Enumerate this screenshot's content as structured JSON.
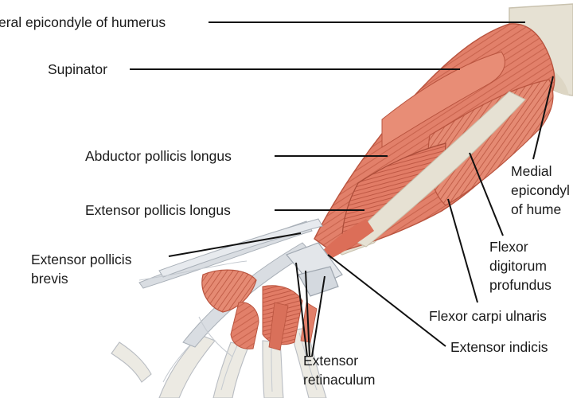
{
  "diagram": {
    "colors": {
      "muscle": "#e2806a",
      "muscle_dark": "#b9543f",
      "muscle_light": "#f2a690",
      "bone": "#e6e1d3",
      "bone_edge": "#c9c2af",
      "tendon": "#d9dde2",
      "tendon_edge": "#a9b0b8",
      "leader": "#111111",
      "text": "#1a1a1a"
    },
    "labels": {
      "lateral_epicondyle": "eral epicondyle of humerus",
      "supinator": "Supinator",
      "abductor_pollicis_longus": "Abductor pollicis longus",
      "extensor_pollicis_longus": "Extensor pollicis longus",
      "extensor_pollicis_brevis_1": "Extensor pollicis",
      "extensor_pollicis_brevis_2": "brevis",
      "extensor_retinaculum_1": "Extensor",
      "extensor_retinaculum_2": "retinaculum",
      "extensor_indicis": "Extensor indicis",
      "flexor_carpi_ulnaris": "Flexor carpi ulnaris",
      "flexor_digitorum_1": "Flexor",
      "flexor_digitorum_2": "digitorum",
      "flexor_digitorum_3": "profundus",
      "medial_epicondyle_1": "Medial",
      "medial_epicondyle_2": "epicondyl",
      "medial_epicondyle_3": "of hume"
    }
  }
}
